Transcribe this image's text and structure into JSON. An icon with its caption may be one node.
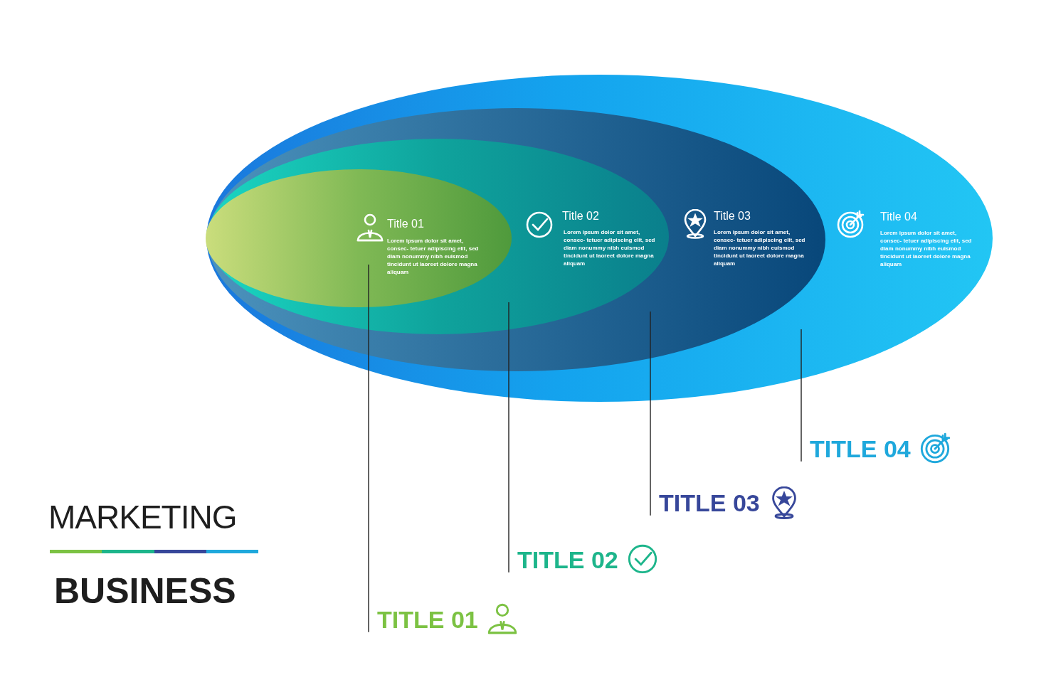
{
  "diagram": {
    "nodes": [
      {
        "text": [
          "Title 04",
          "Lorem ipsum dolor sit amet, consec- tetuer adipiscing elit, sed diam nonummy nibh euismod tincidunt ut laoreet dolore magna aliquam"
        ]
      },
      {
        "text": [
          "Title 03",
          "Lorem ipsum dolor sit amet, consec- tetuer adipiscing elit, sed diam nonummy nibh euismod tincidunt ut laoreet dolore magna aliquam"
        ],
        "in": 0
      },
      {
        "text": [
          "Title 02",
          "Lorem ipsum dolor sit amet, consec- tetuer adipiscing elit, sed diam nonummy nibh euismod tincidunt ut laoreet dolore magna aliquam"
        ],
        "in": 1
      },
      {
        "text": [
          "Title 01",
          "Lorem ipsum dolor sit amet, consec- tetuer adipiscing elit, sed diam nonummy nibh euismod tincidunt ut laoreet dolore magna aliquam"
        ],
        "in": 2
      },
      {
        "text": [
          "TITLE 04"
        ]
      },
      {
        "text": [
          "TITLE 03"
        ]
      },
      {
        "text": [
          "TITLE 02"
        ]
      },
      {
        "text": [
          "TITLE 01"
        ]
      }
    ],
    "edges": [
      {
        "from": 7,
        "to": 3,
        "arrow": "none"
      },
      {
        "from": 6,
        "to": 2,
        "arrow": "none"
      },
      {
        "from": 5,
        "to": 1,
        "arrow": "none"
      },
      {
        "from": 4,
        "to": 0,
        "arrow": "none"
      }
    ],
    "labels": [
      "MARKETING",
      "BUSINESS"
    ]
  }
}
